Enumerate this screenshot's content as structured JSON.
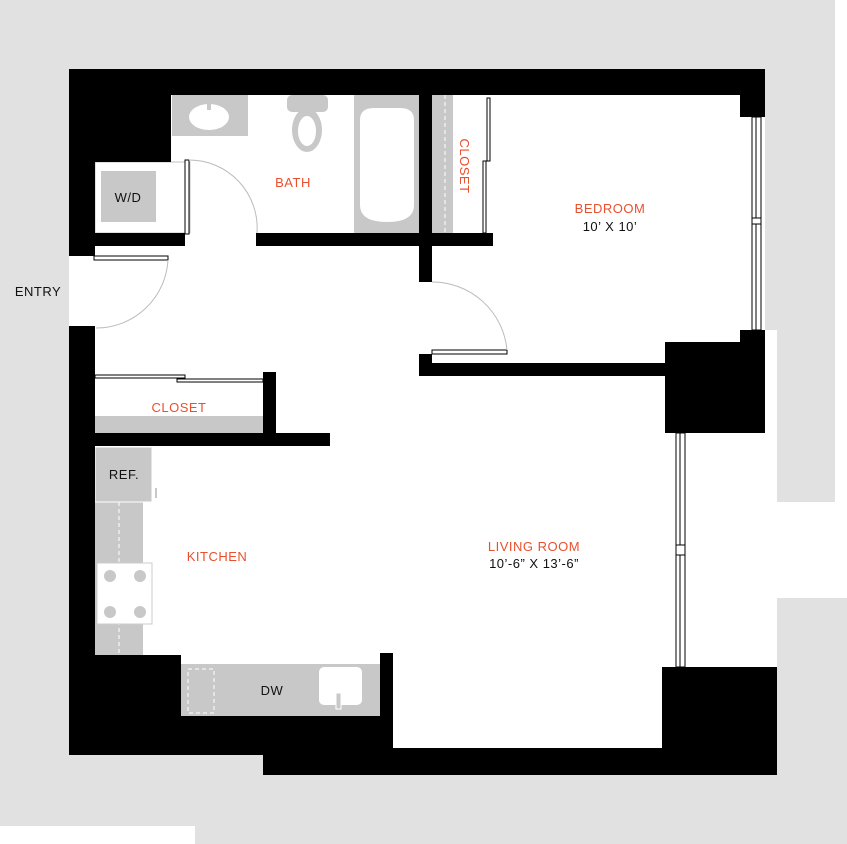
{
  "colors": {
    "wall": "#000000",
    "fixture": "#c8c8c8",
    "exterior": "#e1e1e1",
    "room_label": "#e8502f",
    "text": "#111111"
  },
  "labels": {
    "entry": "ENTRY",
    "washer_dryer": "W/D",
    "bath": "BATH",
    "bath_closet": "CLOSET",
    "bedroom": "BEDROOM",
    "bedroom_size": "10’ X 10’",
    "hall_closet": "CLOSET",
    "refrigerator": "REF.",
    "kitchen": "KITCHEN",
    "living_room": "LIVING ROOM",
    "living_room_size": "10’-6” X 13’-6”",
    "dishwasher": "DW"
  }
}
